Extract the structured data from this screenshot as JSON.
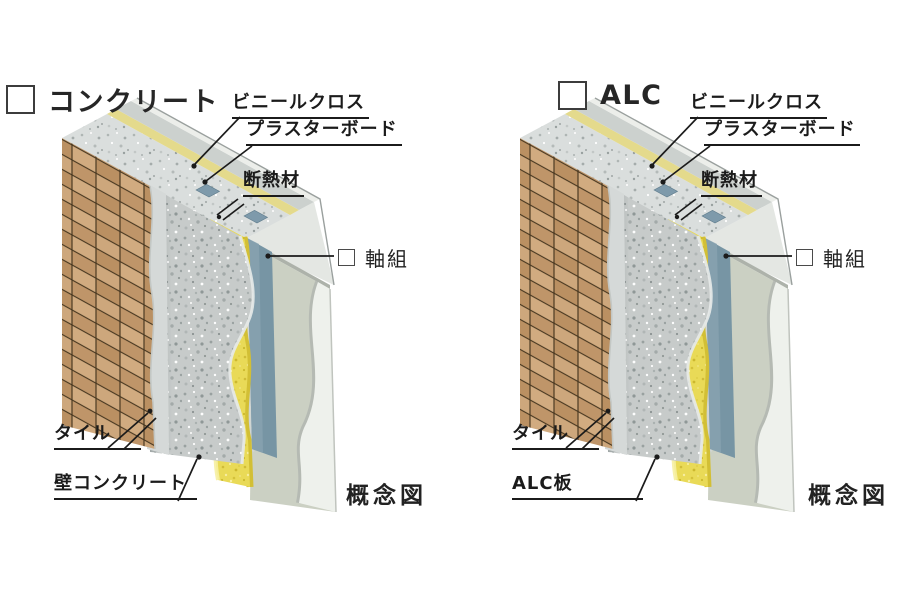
{
  "page": {
    "background": "#ffffff",
    "description_type": "wall-structure-comparison-diagram"
  },
  "panels": [
    {
      "id": "concrete",
      "header": "コンクリート",
      "caption": "概念図",
      "labels": {
        "vinyl_cloth": "ビニールクロス",
        "plasterboard": "プラスターボード",
        "insulation": "断熱材",
        "frame": "軸組",
        "tile": "タイル",
        "wall_material": "壁コンクリート"
      }
    },
    {
      "id": "alc",
      "header": "ALC",
      "caption": "概念図",
      "labels": {
        "vinyl_cloth": "ビニールクロス",
        "plasterboard": "プラスターボード",
        "insulation": "断熱材",
        "frame": "軸組",
        "tile": "タイル",
        "wall_material": "ALC板"
      }
    }
  ],
  "icons": {
    "legend_square": "outlined-square-icon",
    "frame_square": "outlined-square-icon"
  },
  "colors": {
    "tile": "#c2996c",
    "tile_joint": "#46361f",
    "mortar": "#d5d9d8",
    "concrete": "#c7cbca",
    "concrete_top": "#dadedd",
    "insulation": "#e9da57",
    "insulation_side": "#d2bf35",
    "frame": "#7795a4",
    "plasterboard": "#cbd0c3",
    "vinyl_sheet": "#eef1ec",
    "leader_line": "#1b1b1b"
  }
}
